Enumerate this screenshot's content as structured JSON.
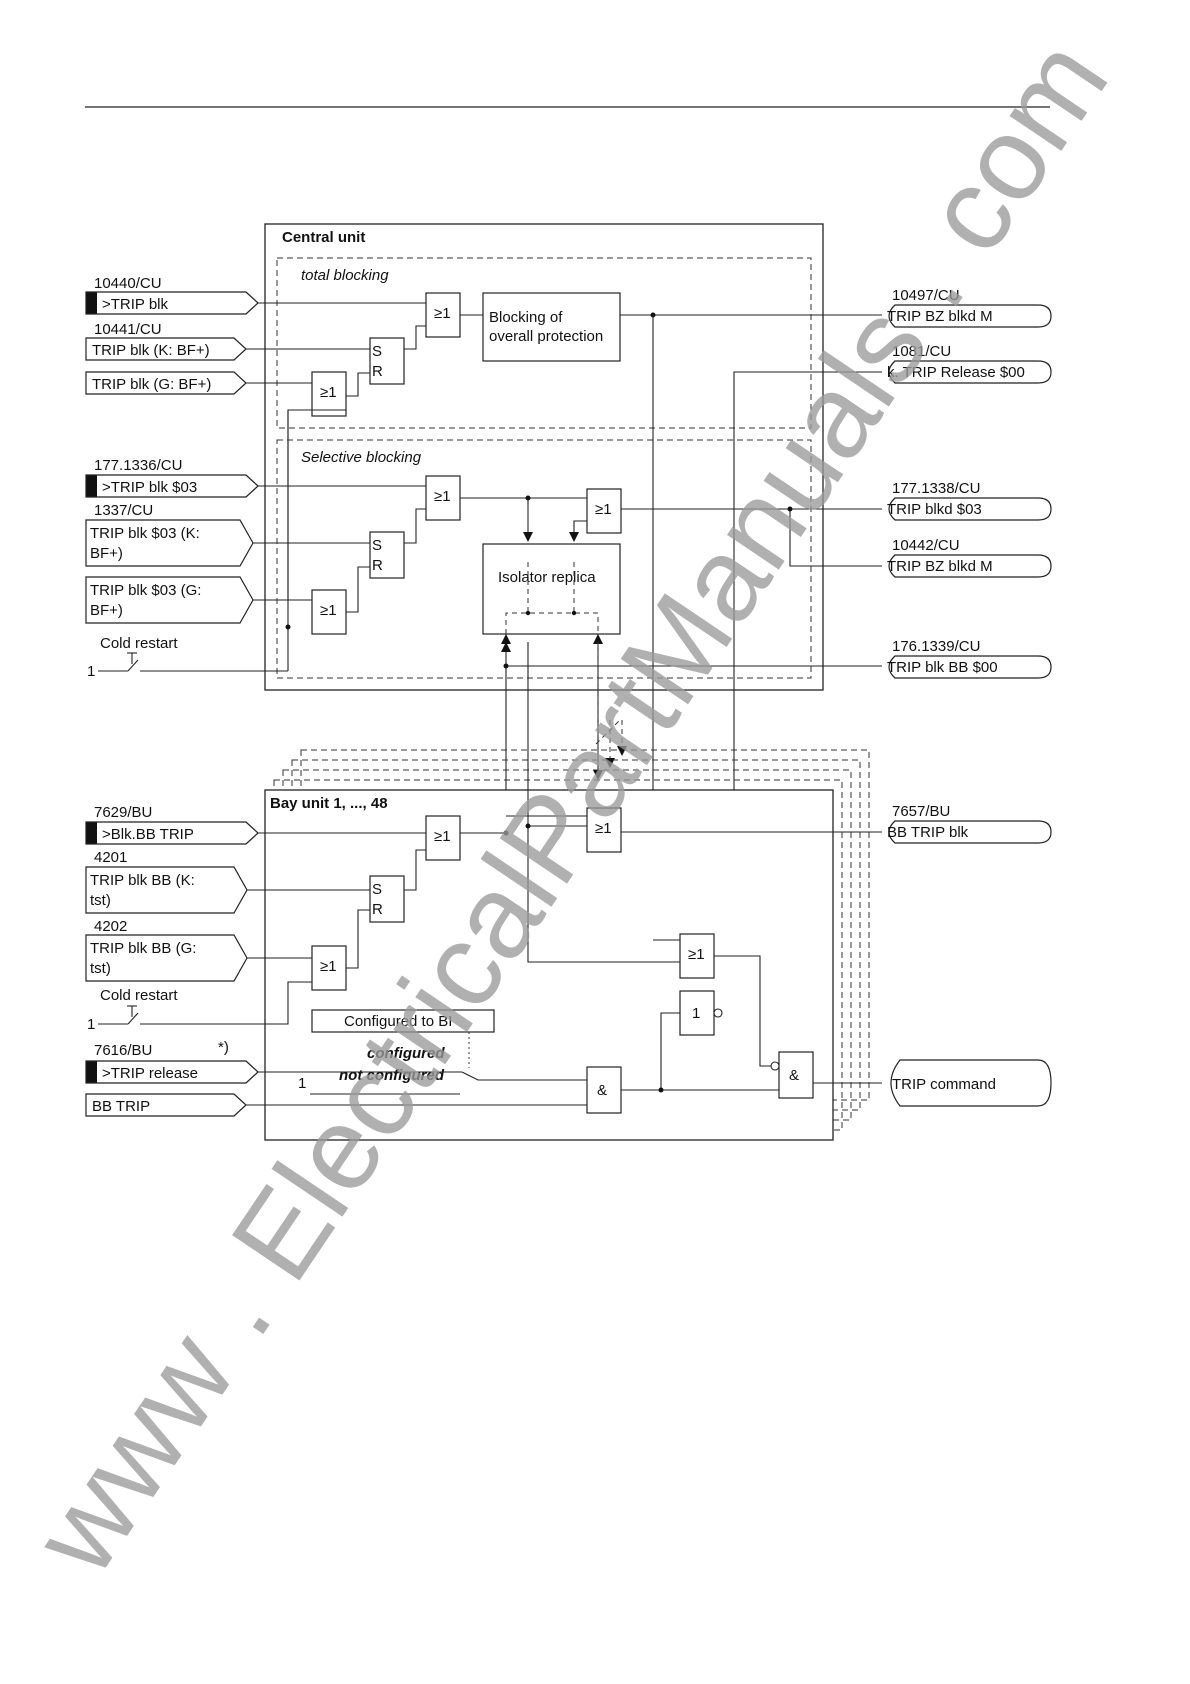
{
  "sections": {
    "central_unit": "Central unit",
    "total_blocking": "total blocking",
    "selective_blocking": "Selective blocking",
    "bay_unit": "Bay unit 1, ..., 48"
  },
  "inputs": [
    {
      "num": "10440/CU",
      "label": ">TRIP blk"
    },
    {
      "num": "10441/CU",
      "label": "TRIP blk (K: BF+)"
    },
    {
      "num": "",
      "label": "TRIP blk (G: BF+)"
    },
    {
      "num": "177.1336/CU",
      "label": ">TRIP blk $03"
    },
    {
      "num": "1337/CU",
      "label": "TRIP blk $03 (K:",
      "label2": "BF+)"
    },
    {
      "num": "",
      "label": "TRIP blk $03 (G:",
      "label2": "BF+)"
    },
    {
      "num": "7629/BU",
      "label": ">Blk.BB TRIP"
    },
    {
      "num": "4201",
      "label": "TRIP blk BB (K:",
      "label2": "tst)"
    },
    {
      "num": "4202",
      "label": "TRIP blk BB (G:",
      "label2": "tst)"
    },
    {
      "num": "7616/BU",
      "label": ">TRIP release"
    },
    {
      "num": "",
      "label": "BB TRIP"
    }
  ],
  "outputs": [
    {
      "num": "10497/CU",
      "label": "TRIP BZ blkd M"
    },
    {
      "num": "1081/CU",
      "label": "k. TRIP Release $00"
    },
    {
      "num": "177.1338/CU",
      "label": "TRIP blkd $03"
    },
    {
      "num": "10442/CU",
      "label": "TRIP BZ blkd M"
    },
    {
      "num": "176.1339/CU",
      "label": "TRIP blk BB $00"
    },
    {
      "num": "7657/BU",
      "label": "BB TRIP blk"
    },
    {
      "num": "",
      "label": "TRIP command"
    }
  ],
  "blocks": {
    "blocking_overall_1": "Blocking of",
    "blocking_overall_2": "overall protection",
    "isolator_replica": "Isolator replica",
    "configured_to_bi": "Configured to BI",
    "configured": "configured",
    "not_configured": "not configured",
    "footnote": "*)"
  },
  "gates": {
    "or": "≥1",
    "and": "&",
    "not": "1",
    "set": "S",
    "reset": "R"
  },
  "misc": {
    "cold_restart": "Cold restart",
    "one": "1"
  },
  "watermark": "www . ElectricalPartManuals . com"
}
